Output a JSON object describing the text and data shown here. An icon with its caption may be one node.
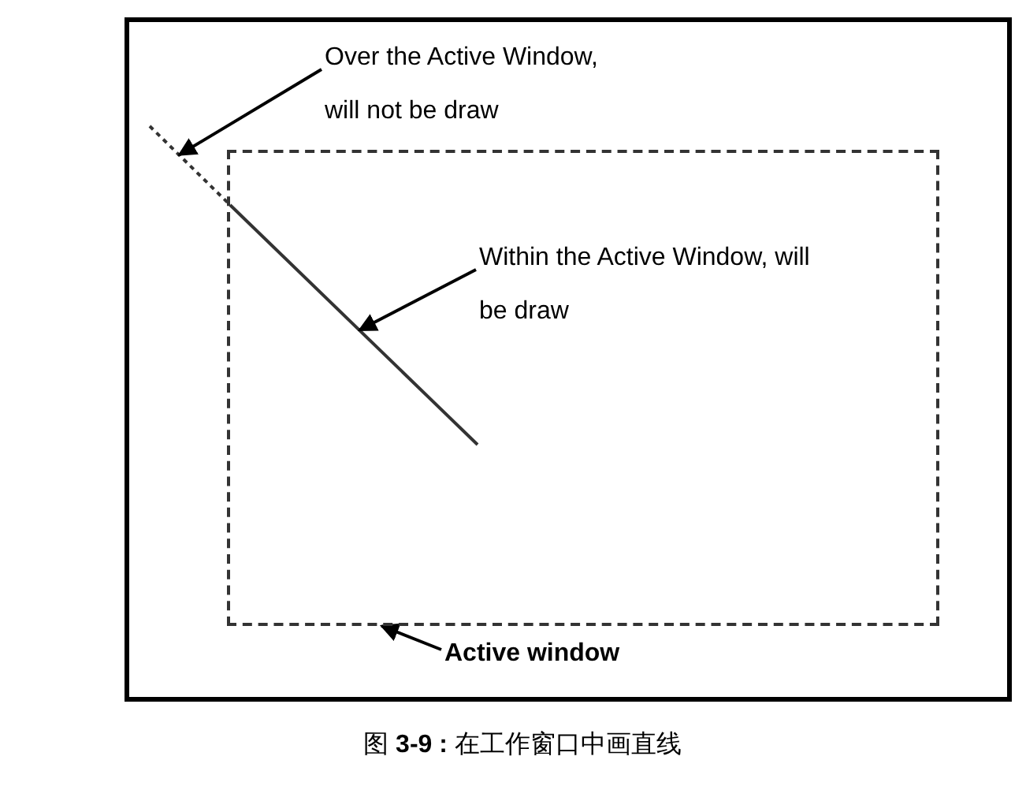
{
  "diagram": {
    "caption": "图 **3-9 :** 在工作窗口中画直线",
    "nodes": [
      {
        "text": [
          "Over the Active Window, will not be draw"
        ]
      },
      {
        "text": [
          "Within the Active Window, will be draw"
        ],
        "in": 3
      },
      {
        "text": [
          "Active window"
        ]
      },
      {
        "text": [],
        "shape": "box"
      },
      {
        "text": [],
        "shape": "line"
      }
    ],
    "edges": [
      {
        "from": 0,
        "to": 4,
        "arrow": "to"
      },
      {
        "from": 1,
        "to": 4,
        "arrow": "to"
      },
      {
        "from": 2,
        "to": 3,
        "arrow": "to"
      }
    ]
  }
}
